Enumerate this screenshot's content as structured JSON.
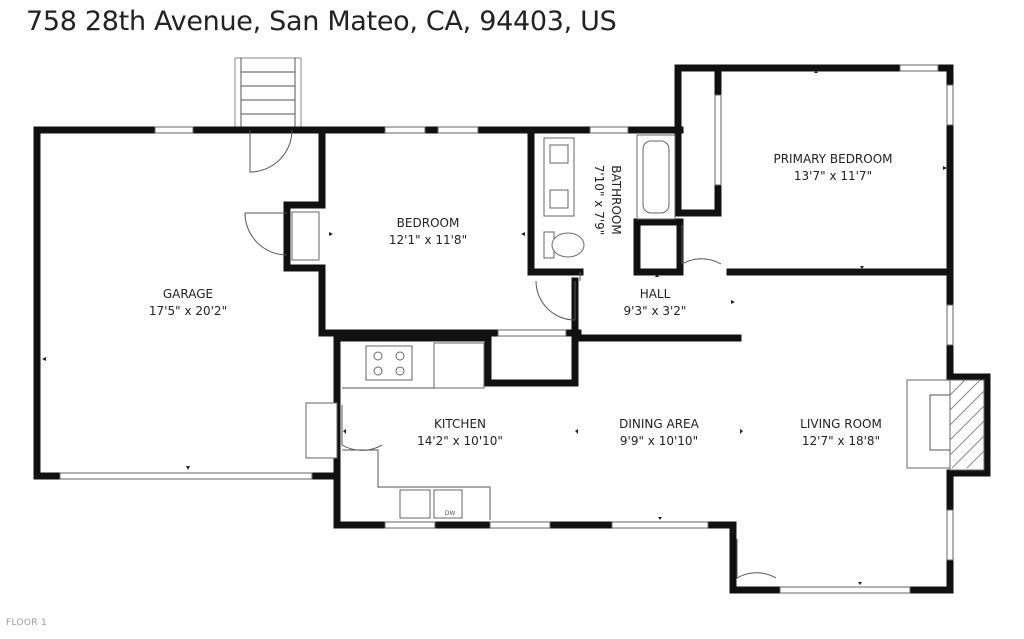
{
  "address": "758 28th Avenue, San Mateo, CA, 94403, US",
  "floor": "FLOOR 1",
  "rooms": [
    {
      "name": "GARAGE",
      "dims": "17'5\" x 20'2\""
    },
    {
      "name": "BEDROOM",
      "dims": "12'1\" x 11'8\""
    },
    {
      "name": "BATHROOM",
      "dims": "7'10\" x 7'9\""
    },
    {
      "name": "PRIMARY BEDROOM",
      "dims": "13'7\" x 11'7\""
    },
    {
      "name": "HALL",
      "dims": "9'3\" x 3'2\""
    },
    {
      "name": "KITCHEN",
      "dims": "14'2\" x 10'10\""
    },
    {
      "name": "DINING AREA",
      "dims": "9'9\" x 10'10\""
    },
    {
      "name": "LIVING ROOM",
      "dims": "12'7\" x 18'8\""
    }
  ],
  "appliances": {
    "dishwasher": "DW"
  }
}
